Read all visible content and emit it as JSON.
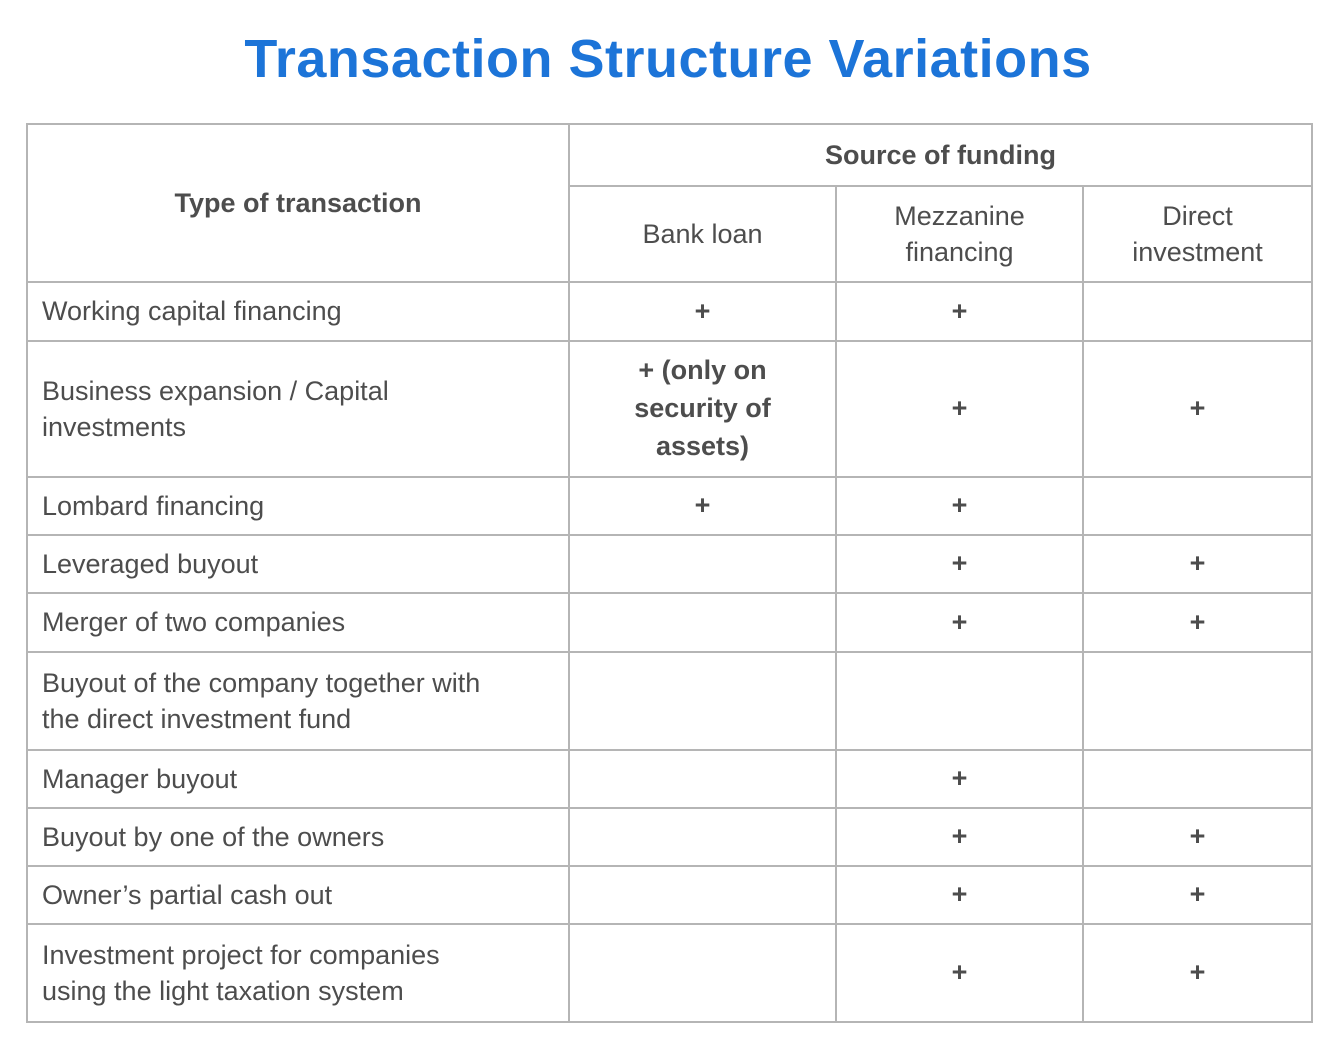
{
  "colors": {
    "accent_blue": "#1c74d8",
    "plus_blue": "#1a73d9",
    "text_gray": "#4d4d4d",
    "border_gray": "#b5b5b5",
    "page_bg": "#ffffff"
  },
  "chart_data": {
    "type": "table",
    "title": "Transaction Structure Variations",
    "row_header": "Type of transaction",
    "group_header": "Source of funding",
    "funding_columns": [
      "Bank loan",
      "Mezzanine financing",
      "Direct investment"
    ],
    "rows": [
      {
        "label": "Working capital financing",
        "cells": [
          "+",
          "+",
          ""
        ]
      },
      {
        "label": "Business expansion / Capital investments",
        "cells": [
          "+ (only on security of assets)",
          "+",
          "+"
        ]
      },
      {
        "label": "Lombard financing",
        "cells": [
          "+",
          "+",
          ""
        ]
      },
      {
        "label": "Leveraged buyout",
        "cells": [
          "",
          "+",
          "+"
        ]
      },
      {
        "label": "Merger of two companies",
        "cells": [
          "",
          "+",
          "+"
        ]
      },
      {
        "label": "Buyout of the company together with the direct investment fund",
        "cells": [
          "",
          "",
          ""
        ]
      },
      {
        "label": "Manager buyout",
        "cells": [
          "",
          "+",
          ""
        ]
      },
      {
        "label": "Buyout by one of the owners",
        "cells": [
          "",
          "+",
          "+"
        ]
      },
      {
        "label": "Owner’s partial cash out",
        "cells": [
          "",
          "+",
          "+"
        ]
      },
      {
        "label": "Investment project for companies using the light taxation system",
        "cells": [
          "",
          "+",
          "+"
        ]
      }
    ]
  }
}
